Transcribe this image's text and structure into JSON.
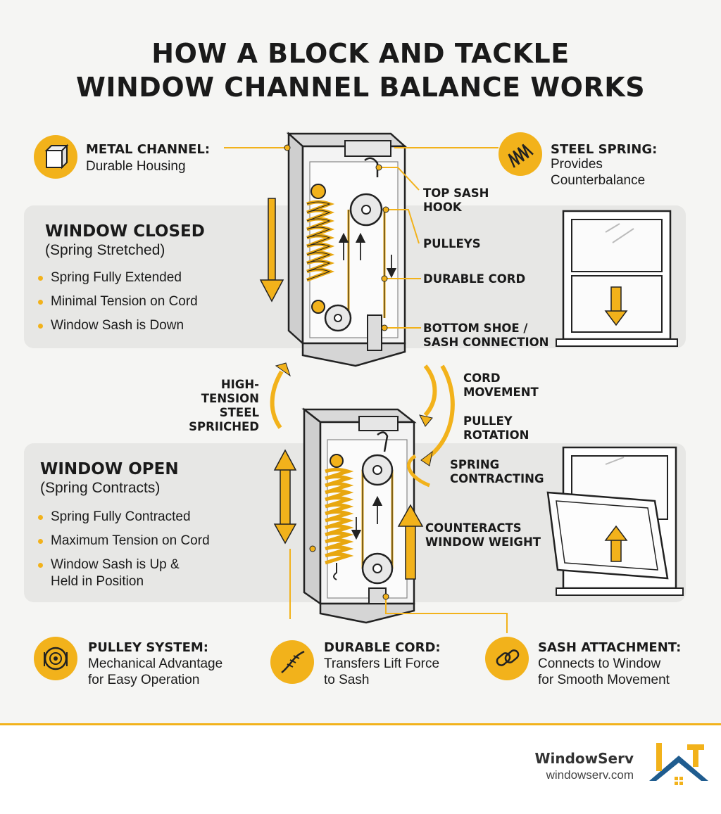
{
  "title": {
    "line1": "HOW A BLOCK AND TACKLE",
    "line2": "WINDOW CHANNEL BALANCE WORKS"
  },
  "colors": {
    "accent": "#f2b21b",
    "panel": "#e7e7e5",
    "text": "#1a1a1a",
    "brand_blue": "#1f5c8f"
  },
  "top_features": {
    "metal_channel": {
      "icon": "block-icon",
      "title": "METAL CHANNEL:",
      "desc": "Durable Housing"
    },
    "steel_spring": {
      "icon": "coil-spring-icon",
      "title": "STEEL SPRING:",
      "desc1": "Provides",
      "desc2": "Counterbalance"
    }
  },
  "closed_state": {
    "heading": "WINDOW CLOSED",
    "subheading": "(Spring Stretched)",
    "bullets": [
      "Spring Fully Extended",
      "Minimal Tension on Cord",
      "Window Sash is Down"
    ]
  },
  "open_state": {
    "heading": "WINDOW OPEN",
    "subheading": "(Spring Contracts)",
    "bullets": [
      "Spring Fully Contracted",
      "Maximum Tension on Cord",
      "Window Sash is Up &",
      "Held in Position"
    ]
  },
  "callouts": {
    "top_sash_hook": [
      "TOP SASH",
      "HOOK"
    ],
    "pulleys": "PULLEYS",
    "durable_cord": "DURABLE CORD",
    "bottom_shoe": [
      "BOTTOM SHOE /",
      "SASH CONNECTION"
    ],
    "high_tension": [
      "HIGH-",
      "TENSION",
      "STEEL",
      "SPRIICHED"
    ],
    "cord_movement": [
      "CORD",
      "MOVEMENT"
    ],
    "pulley_rotation": [
      "PULLEY",
      "ROTATION"
    ],
    "spring_contracting": [
      "SPRING",
      "CONTRACTING"
    ],
    "counteracts": [
      "COUNTERACTS",
      "WINDOW WEIGHT"
    ]
  },
  "bottom_features": [
    {
      "icon": "pulley-icon",
      "title": "PULLEY SYSTEM:",
      "desc1": "Mechanical Advantage",
      "desc2": "for Easy Operation"
    },
    {
      "icon": "cord-icon",
      "title": "DURABLE CORD:",
      "desc1": "Transfers Lift Force",
      "desc2": "to Sash"
    },
    {
      "icon": "chain-link-icon",
      "title": "SASH ATTACHMENT:",
      "desc1": "Connects to Window",
      "desc2": "for Smooth Movement"
    }
  ],
  "brand": {
    "name": "WindowServ",
    "url": "windowserv.com"
  }
}
